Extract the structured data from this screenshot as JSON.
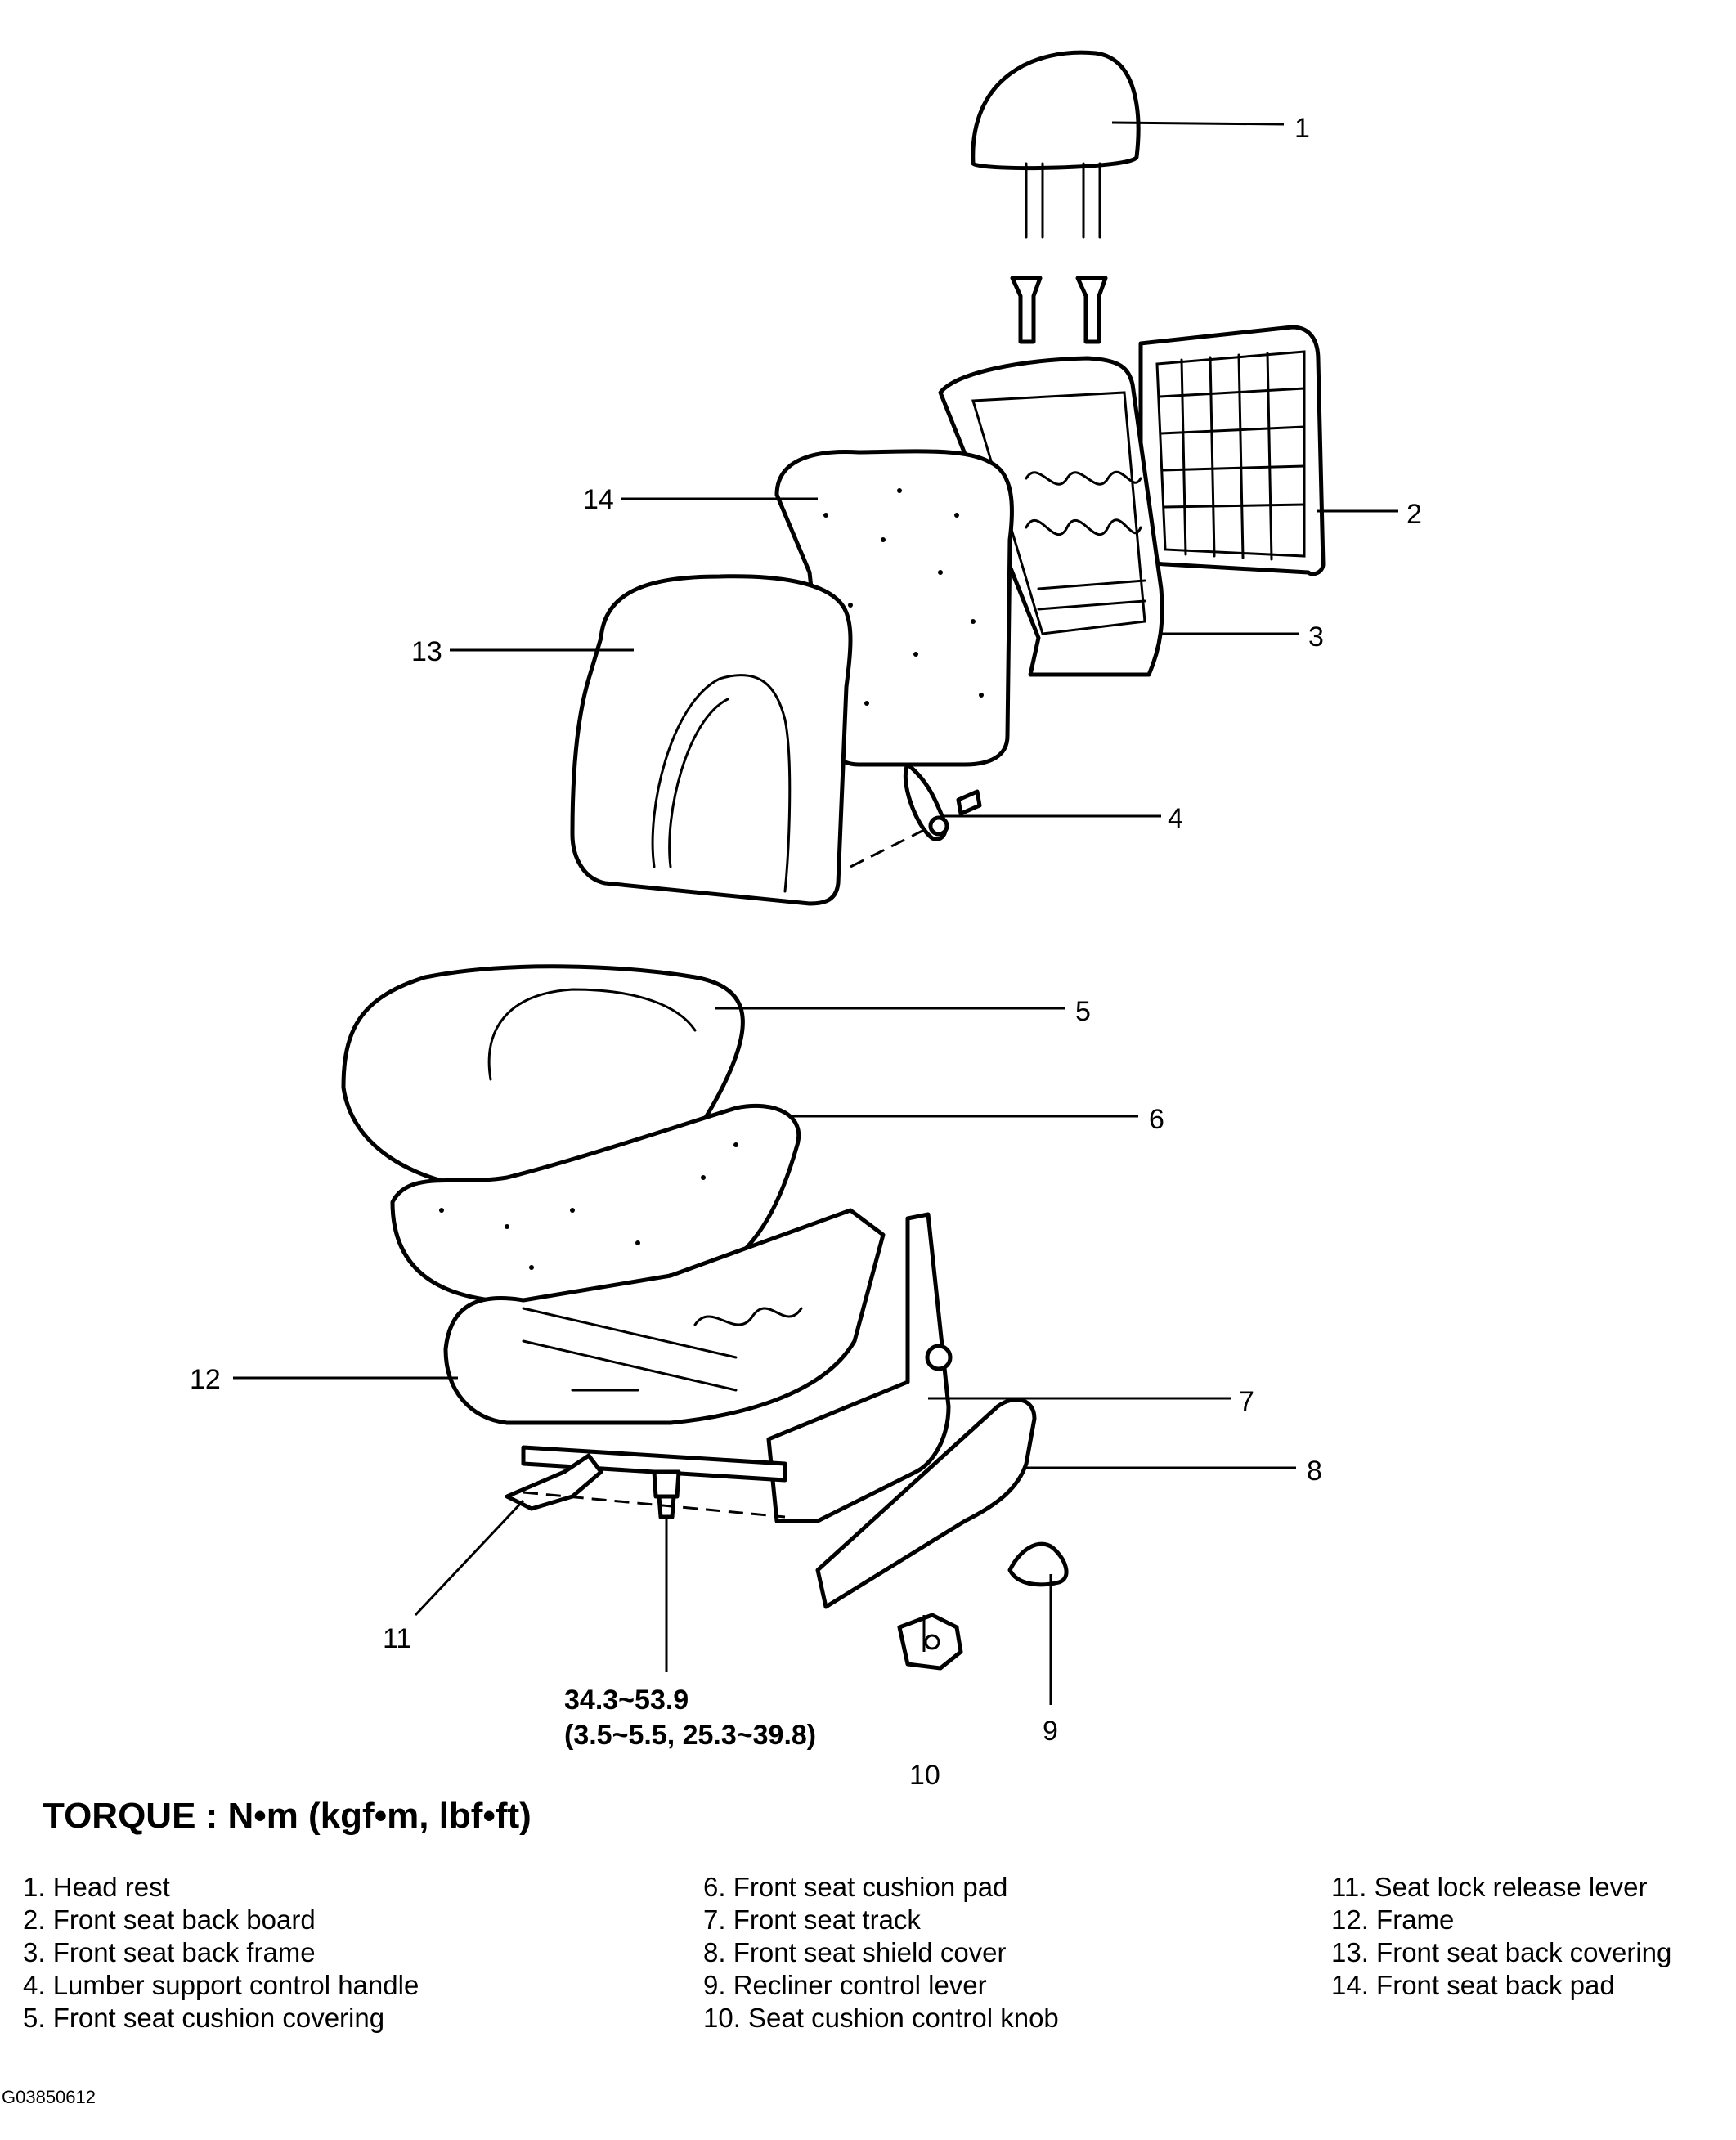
{
  "callouts": {
    "c1": "1",
    "c2": "2",
    "c3": "3",
    "c4": "4",
    "c5": "5",
    "c6": "6",
    "c7": "7",
    "c8": "8",
    "c9": "9",
    "c10": "10",
    "c11": "11",
    "c12": "12",
    "c13": "13",
    "c14": "14"
  },
  "torque_value": {
    "line1": "34.3~53.9",
    "line2": "(3.5~5.5, 25.3~39.8)"
  },
  "torque_title": "TORQUE : N•m (kgf•m, lbf•ft)",
  "legend": [
    [
      "1. Head rest",
      "2. Front seat back board",
      "3. Front seat back frame",
      "4. Lumber support control handle",
      "5. Front seat cushion covering"
    ],
    [
      "6. Front seat cushion pad",
      "7. Front seat track",
      "8. Front seat shield cover",
      "9. Recliner control lever",
      "10. Seat cushion control knob"
    ],
    [
      "11. Seat lock release lever",
      "12. Frame",
      "13. Front seat back covering",
      "14. Front seat back pad"
    ]
  ],
  "figure_id": "G03850612"
}
